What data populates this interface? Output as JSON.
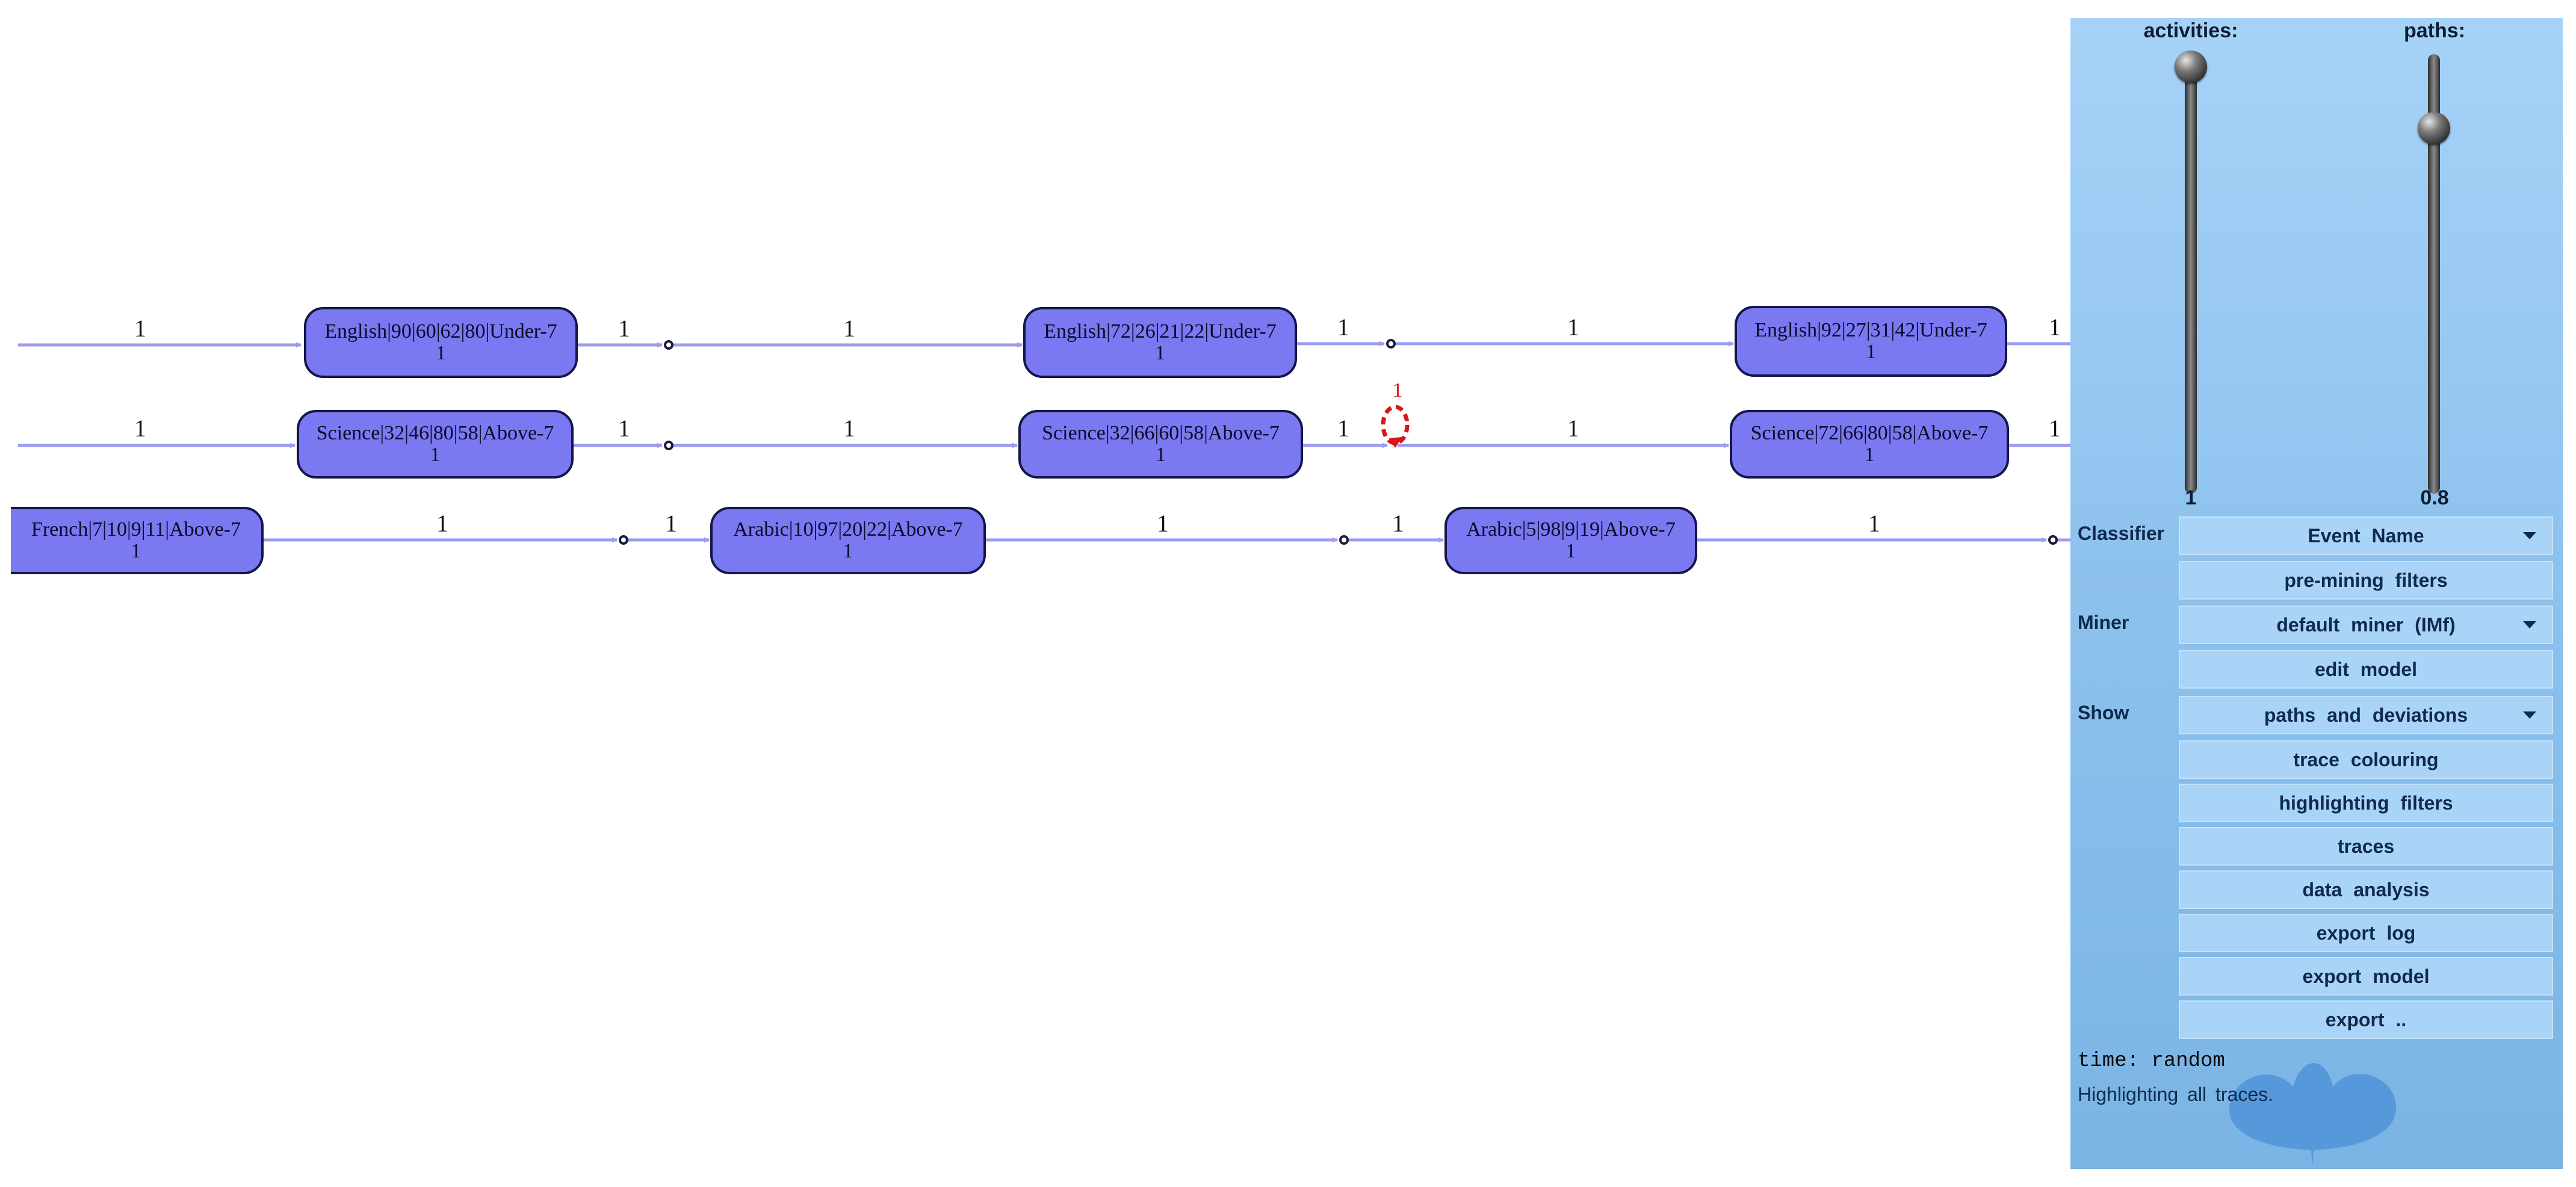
{
  "process_map": {
    "rows": [
      {
        "lead_edge_label": "1",
        "nodes": [
          {
            "line1": "English|90|60|62|80|Under-7",
            "line2": "1"
          },
          {
            "line1": "English|72|26|21|22|Under-7",
            "line2": "1"
          },
          {
            "line1": "English|92|27|31|42|Under-7",
            "line2": "1"
          }
        ],
        "edges": [
          {
            "in_label": "1",
            "out_label": "1"
          },
          {
            "in_label": "1",
            "out_label": "1"
          },
          {
            "in_label": "1",
            "out_label": "1"
          }
        ]
      },
      {
        "lead_edge_label": "1",
        "nodes": [
          {
            "line1": "Science|32|46|80|58|Above-7",
            "line2": "1"
          },
          {
            "line1": "Science|32|66|60|58|Above-7",
            "line2": "1"
          },
          {
            "line1": "Science|72|66|80|58|Above-7",
            "line2": "1"
          }
        ],
        "deviation_label": "1"
      },
      {
        "nodes": [
          {
            "line1": "French|7|10|9|11|Above-7",
            "line2": "1"
          },
          {
            "line1": "Arabic|10|97|20|22|Above-7",
            "line2": "1"
          },
          {
            "line1": "Arabic|5|98|9|19|Above-7",
            "line2": "1"
          }
        ]
      }
    ],
    "edge_labels": {
      "r1": [
        "1",
        "1",
        "1",
        "1",
        "1",
        "1"
      ],
      "r2": [
        "1",
        "1",
        "1",
        "1",
        "1",
        "1"
      ],
      "r3": [
        "1",
        "1",
        "1",
        "1",
        "1"
      ]
    }
  },
  "panel": {
    "activities": {
      "label": "activities:",
      "value": "1",
      "level": 1.0
    },
    "paths": {
      "label": "paths:",
      "value": "0.8",
      "level": 0.8
    },
    "classifier": {
      "label": "Classifier",
      "value": "Event Name"
    },
    "pre_mining_filters": "pre-mining filters",
    "miner": {
      "label": "Miner",
      "value": "default miner (IMf)"
    },
    "edit_model": "edit model",
    "show": {
      "label": "Show",
      "value": "paths and deviations"
    },
    "trace_colouring": "trace colouring",
    "highlighting_filters": "highlighting filters",
    "traces": "traces",
    "data_analysis": "data analysis",
    "export_log": "export log",
    "export_model": "export model",
    "export_more": "export ..",
    "time_text": "time: random",
    "status_text": "Highlighting all traces."
  },
  "colors": {
    "node_fill": "#7b79f1",
    "edge": "#9b9bf0",
    "deviation": "#d61818",
    "panel_top": "#a6d2f7",
    "panel_bottom": "#7ab4e4"
  },
  "icons": {
    "panel_logo": "ginkgo-leaf-icon",
    "dropdown": "chevron-down-icon"
  }
}
